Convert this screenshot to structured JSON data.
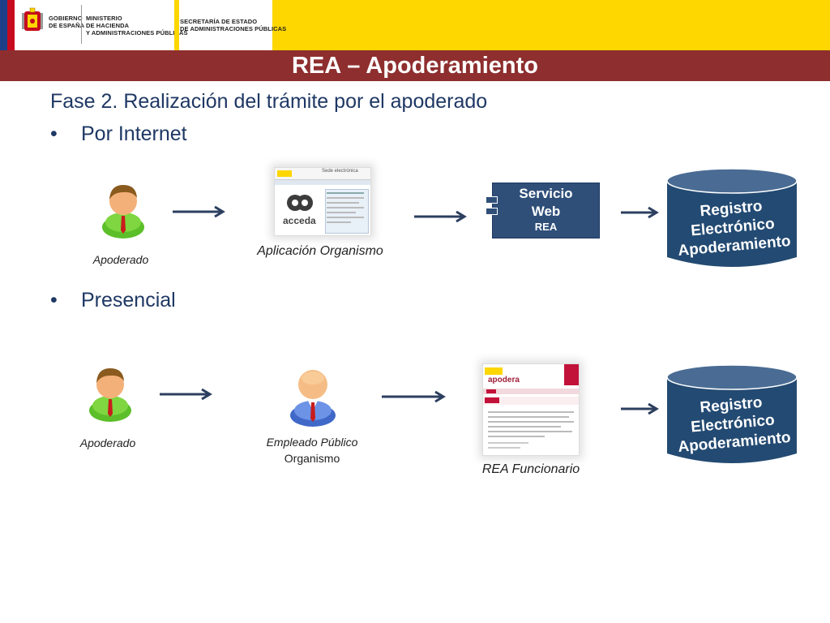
{
  "header": {
    "gov_line1": "Gobierno",
    "gov_line2": "de España",
    "ministry_line1": "Ministerio",
    "ministry_line2": "de Hacienda",
    "ministry_line3": "y Administraciones Públicas",
    "secretary_line1": "Secretaría de Estado",
    "secretary_line2": "de Administraciones Públicas"
  },
  "title": "REA – Apoderamiento",
  "subtitle": "Fase 2. Realización del trámite por el apoderado",
  "bullet_char": "•",
  "section_internet": {
    "label": "Por Internet",
    "apoderado_label": "Apoderado",
    "app_label": "Aplicación Organismo",
    "app_logo": "acceda",
    "app_header": "Sede electrónica",
    "webservice": {
      "line1": "Servicio",
      "line2": "Web",
      "line3": "REA"
    },
    "db": {
      "line1": "Registro",
      "line2": "Electrónico",
      "line3": "Apoderamiento"
    }
  },
  "section_presencial": {
    "label": "Presencial",
    "apoderado_label": "Apoderado",
    "employee_line1": "Empleado Público",
    "employee_line2": "Organismo",
    "rea_label": "REA Funcionario",
    "rea_logo": "apodera",
    "db": {
      "line1": "Registro",
      "line2": "Electrónico",
      "line3": "Apoderamiento"
    }
  },
  "colors": {
    "header_yellow": "#fed600",
    "title_bar": "#8e2e2e",
    "text_blue": "#1f3864",
    "box_blue": "#2f4f79",
    "db_blue": "#234a72",
    "arrow": "#2c3f5f"
  }
}
